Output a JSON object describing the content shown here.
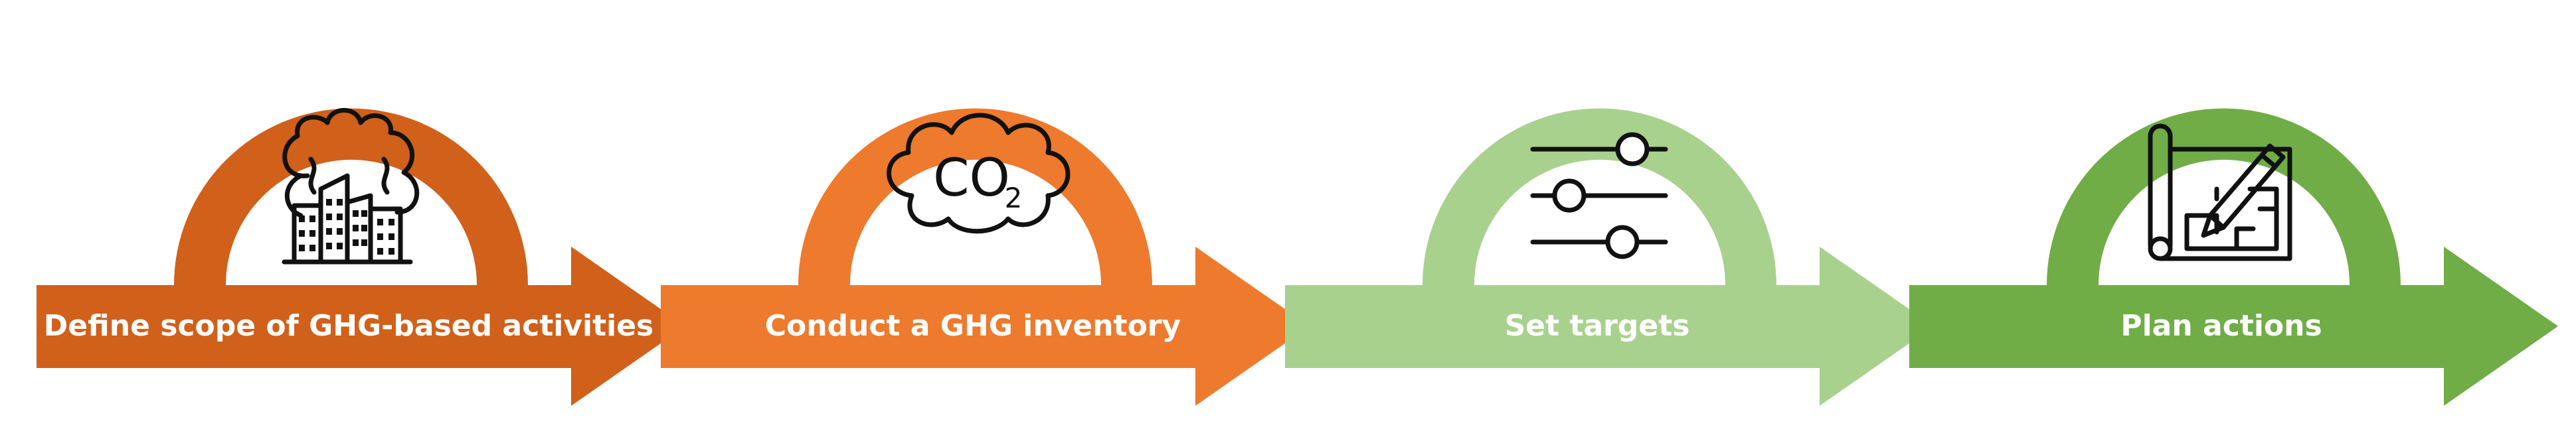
{
  "colors": {
    "step1": "#D0601A",
    "step2": "#ED7A2D",
    "step3": "#A9D18E",
    "step4": "#70AD47",
    "background": "#FFFFFF"
  },
  "icons": {
    "co2_label": "CO",
    "co2_subscript": "2"
  },
  "steps": [
    {
      "label": "Define scope of GHG-based activities",
      "icon": "city-pollution-icon"
    },
    {
      "label": "Conduct a GHG inventory",
      "icon": "co2-cloud-icon"
    },
    {
      "label": "Set targets",
      "icon": "sliders-icon"
    },
    {
      "label": "Plan actions",
      "icon": "blueprint-pencil-icon"
    }
  ]
}
